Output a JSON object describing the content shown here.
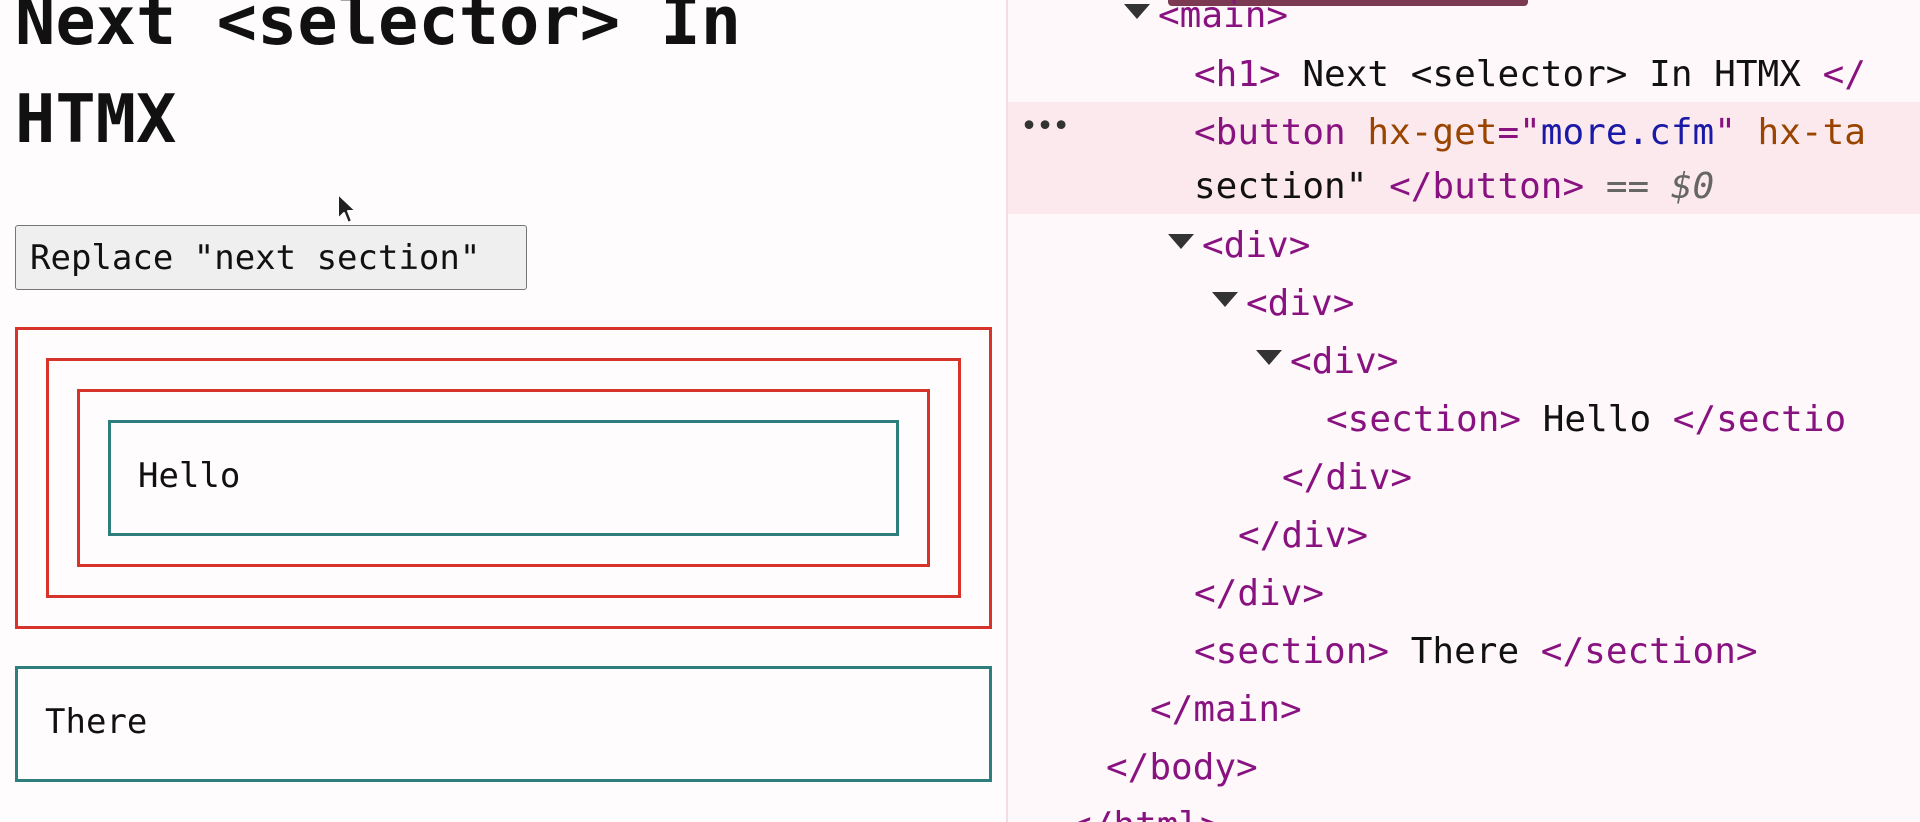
{
  "page": {
    "title": "Next <selector> In HTMX",
    "button_label": "Replace \"next section\"",
    "section_hello": "Hello",
    "section_there": "There"
  },
  "colors": {
    "div_border": "#d6332a",
    "section_border": "#2f7e7e",
    "tag": "#881280",
    "attr_name": "#994500",
    "attr_value": "#1a1aa6"
  },
  "icons": {
    "cursor": "mouse-pointer-icon",
    "expand": "expand-triangle-icon",
    "more": "ellipsis-icon"
  },
  "devtools": {
    "main_open": "<main>",
    "h1_open": "<h1>",
    "h1_text": " Next <selector> In HTMX ",
    "h1_close": "</",
    "button_open": "<button ",
    "button_attr1_name": "hx-get",
    "button_attr1_eq": "=\"",
    "button_attr1_value": "more.cfm",
    "button_attr1_end": "\" ",
    "button_attr2_name": "hx-ta",
    "button_text_cont": "section\" ",
    "button_close": "</button>",
    "selected_eq": " == ",
    "selected_var": "$0",
    "more_dots": "•••",
    "div_open": "<div>",
    "div_close": "</div>",
    "section_open": "<section>",
    "section_close": "</section>",
    "section1_close": "</sectio",
    "section1_text": " Hello ",
    "section2_text": " There ",
    "main_close": "</main>",
    "body_close": "</body>",
    "html_close": "</html>"
  }
}
